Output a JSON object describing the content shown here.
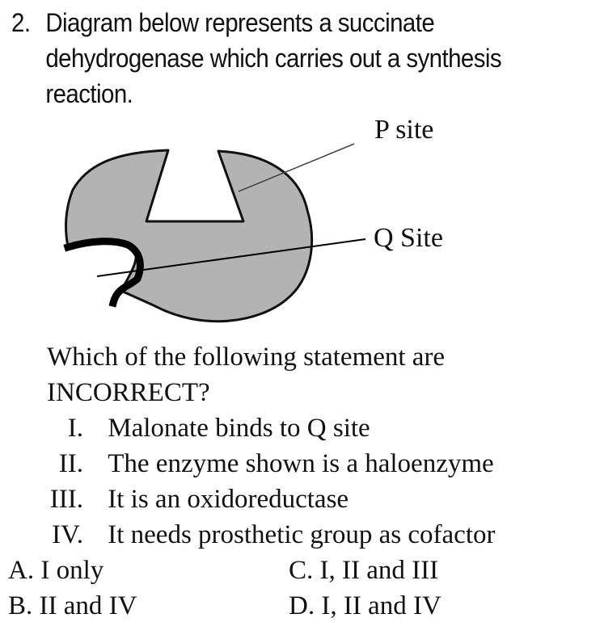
{
  "question": {
    "number": "2.",
    "stem_lines": [
      "Diagram below represents a succinate",
      "dehydrogenase which carries out a synthesis",
      "reaction."
    ],
    "diagram": {
      "labels": {
        "p_site": "P site",
        "q_site": "Q Site"
      },
      "colors": {
        "enzyme_fill": "#b3b3b3",
        "outline": "#111111",
        "substrate": "#000000"
      }
    },
    "prompt_lines": [
      "Which of the following statement are",
      "INCORRECT?"
    ],
    "statements": [
      {
        "numeral": "I.",
        "text": "Malonate binds to Q site"
      },
      {
        "numeral": "II.",
        "text": "The enzyme shown is a haloenzyme"
      },
      {
        "numeral": "III.",
        "text": "It is an oxidoreductase"
      },
      {
        "numeral": "IV.",
        "text": "It needs prosthetic group as cofactor"
      }
    ],
    "options": [
      {
        "letter": "A.",
        "text": "I only"
      },
      {
        "letter": "B.",
        "text": "II and IV"
      },
      {
        "letter": "C.",
        "text": "I, II and III"
      },
      {
        "letter": "D.",
        "text": "I, II and IV"
      }
    ]
  }
}
